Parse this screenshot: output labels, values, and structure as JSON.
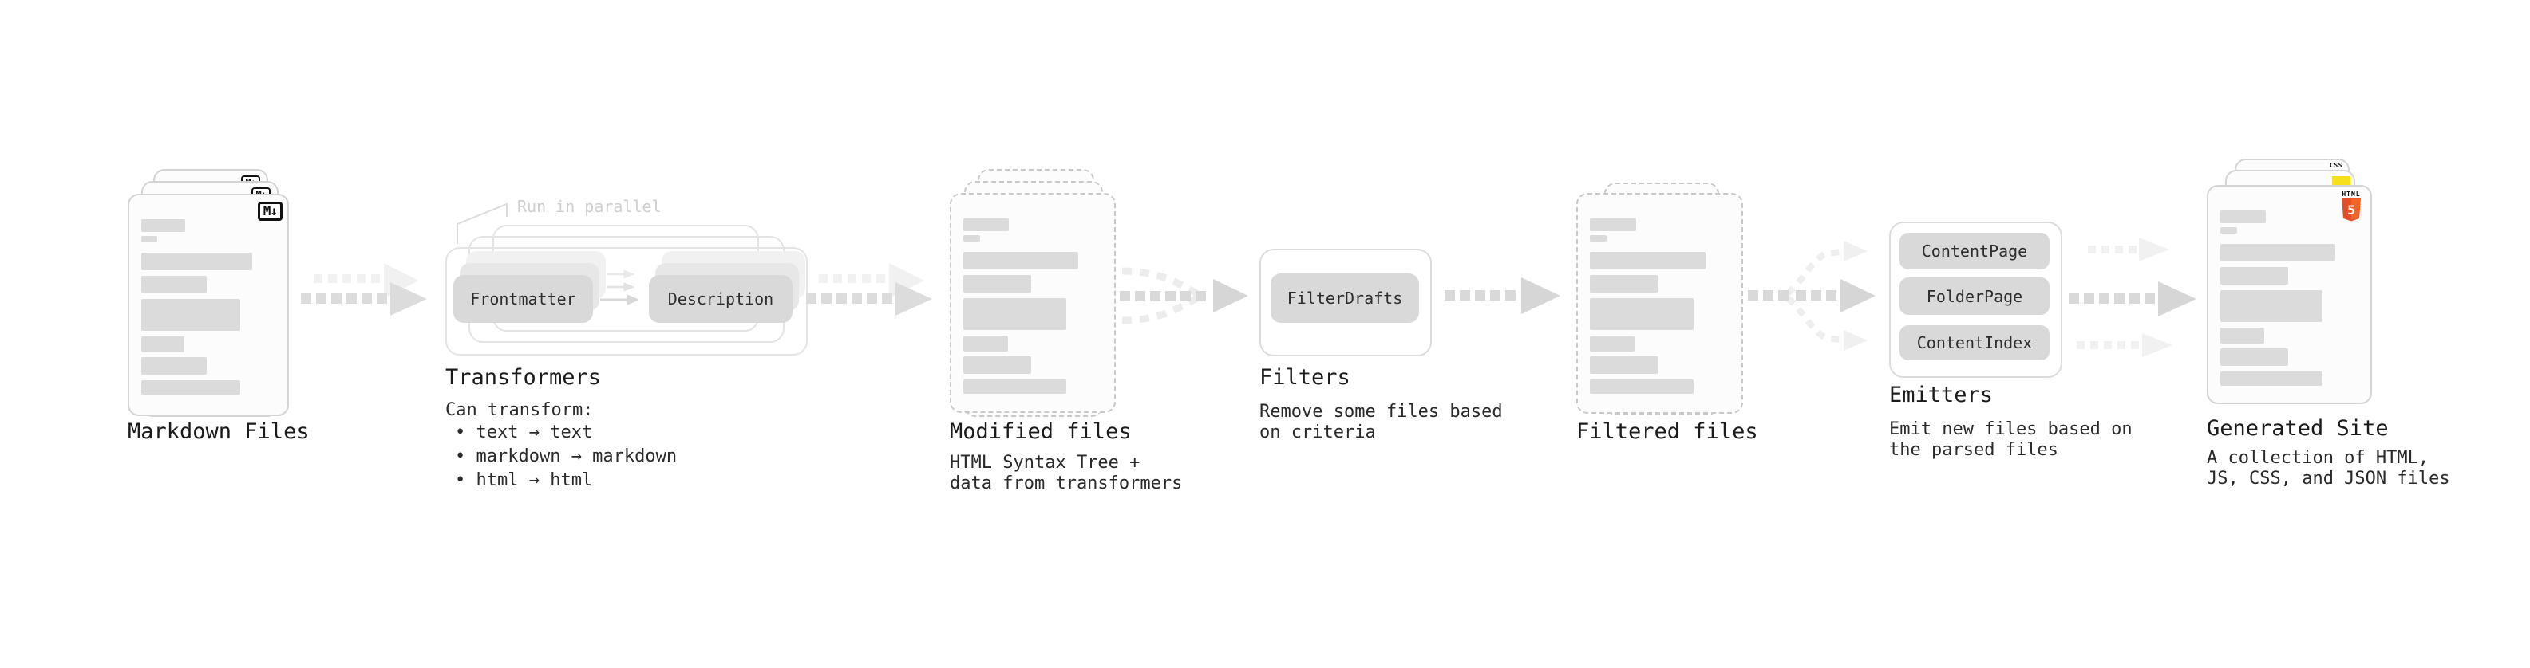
{
  "stages": {
    "markdown": {
      "label": "Markdown Files",
      "badge": "M↓"
    },
    "transformers": {
      "label": "Transformers",
      "annotation": "Run in parallel",
      "node_a": "Frontmatter",
      "node_b": "Description",
      "note_title": "Can transform:",
      "bullets": [
        "• text → text",
        "• markdown → markdown",
        "• html → html"
      ]
    },
    "modified": {
      "label": "Modified files",
      "note1": "HTML Syntax Tree +",
      "note2": "data from transformers"
    },
    "filters": {
      "label": "Filters",
      "node": "FilterDrafts",
      "note1": "Remove some files based",
      "note2": "on criteria"
    },
    "filtered": {
      "label": "Filtered files"
    },
    "emitters": {
      "label": "Emitters",
      "node_a": "ContentPage",
      "node_b": "FolderPage",
      "node_c": "ContentIndex",
      "note1": "Emit new files based on",
      "note2": "the parsed files"
    },
    "generated": {
      "label": "Generated Site",
      "note1": "A collection of HTML,",
      "note2": "JS, CSS, and JSON files",
      "css_label": "CSS",
      "html_label": "HTML",
      "html_number": "5"
    }
  },
  "skeleton_bars": [
    {
      "w": 33,
      "h": 16,
      "mt": 0
    },
    {
      "w": 12,
      "h": 8,
      "mt": 5
    },
    {
      "w": 83,
      "h": 22,
      "mt": 13
    },
    {
      "w": 49,
      "h": 22,
      "mt": 7
    },
    {
      "w": 74,
      "h": 40,
      "mt": 7
    },
    {
      "w": 32,
      "h": 20,
      "mt": 7
    },
    {
      "w": 49,
      "h": 22,
      "mt": 6
    },
    {
      "w": 74,
      "h": 18,
      "mt": 7
    }
  ],
  "colors": {
    "card_border": "#d4d4d4",
    "dashed_border": "#c9c9c9",
    "skeleton_bar": "#dbdbdb",
    "node_bg": "#d9d9d9",
    "arrow_main": "#dcdcdc",
    "arrow_ghost": "#f1f1f1",
    "css_blue": "#2965f1",
    "js_yellow": "#f7df1e",
    "html5_orange": "#e44d26"
  }
}
